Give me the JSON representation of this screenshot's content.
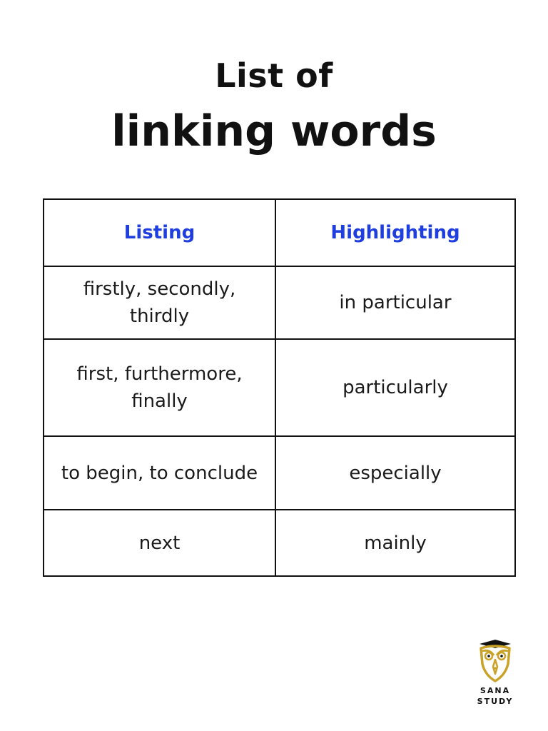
{
  "title": {
    "line1": "List of",
    "line2": "linking words"
  },
  "table": {
    "headers": [
      "Listing",
      "Highlighting"
    ],
    "rows": [
      [
        "firstly, secondly, thirdly",
        "in particular"
      ],
      [
        "first, furthermore, finally",
        "particularly"
      ],
      [
        "to begin, to conclude",
        "especially"
      ],
      [
        "next",
        "mainly"
      ]
    ]
  },
  "logo": {
    "icon": "owl-logo-icon",
    "line1": "SANA",
    "line2": "STUDY",
    "colors": {
      "gold": "#c9a227",
      "dark": "#111111"
    }
  },
  "colors": {
    "header_text": "#1f3ee0",
    "border": "#111111",
    "background": "#ffffff"
  }
}
